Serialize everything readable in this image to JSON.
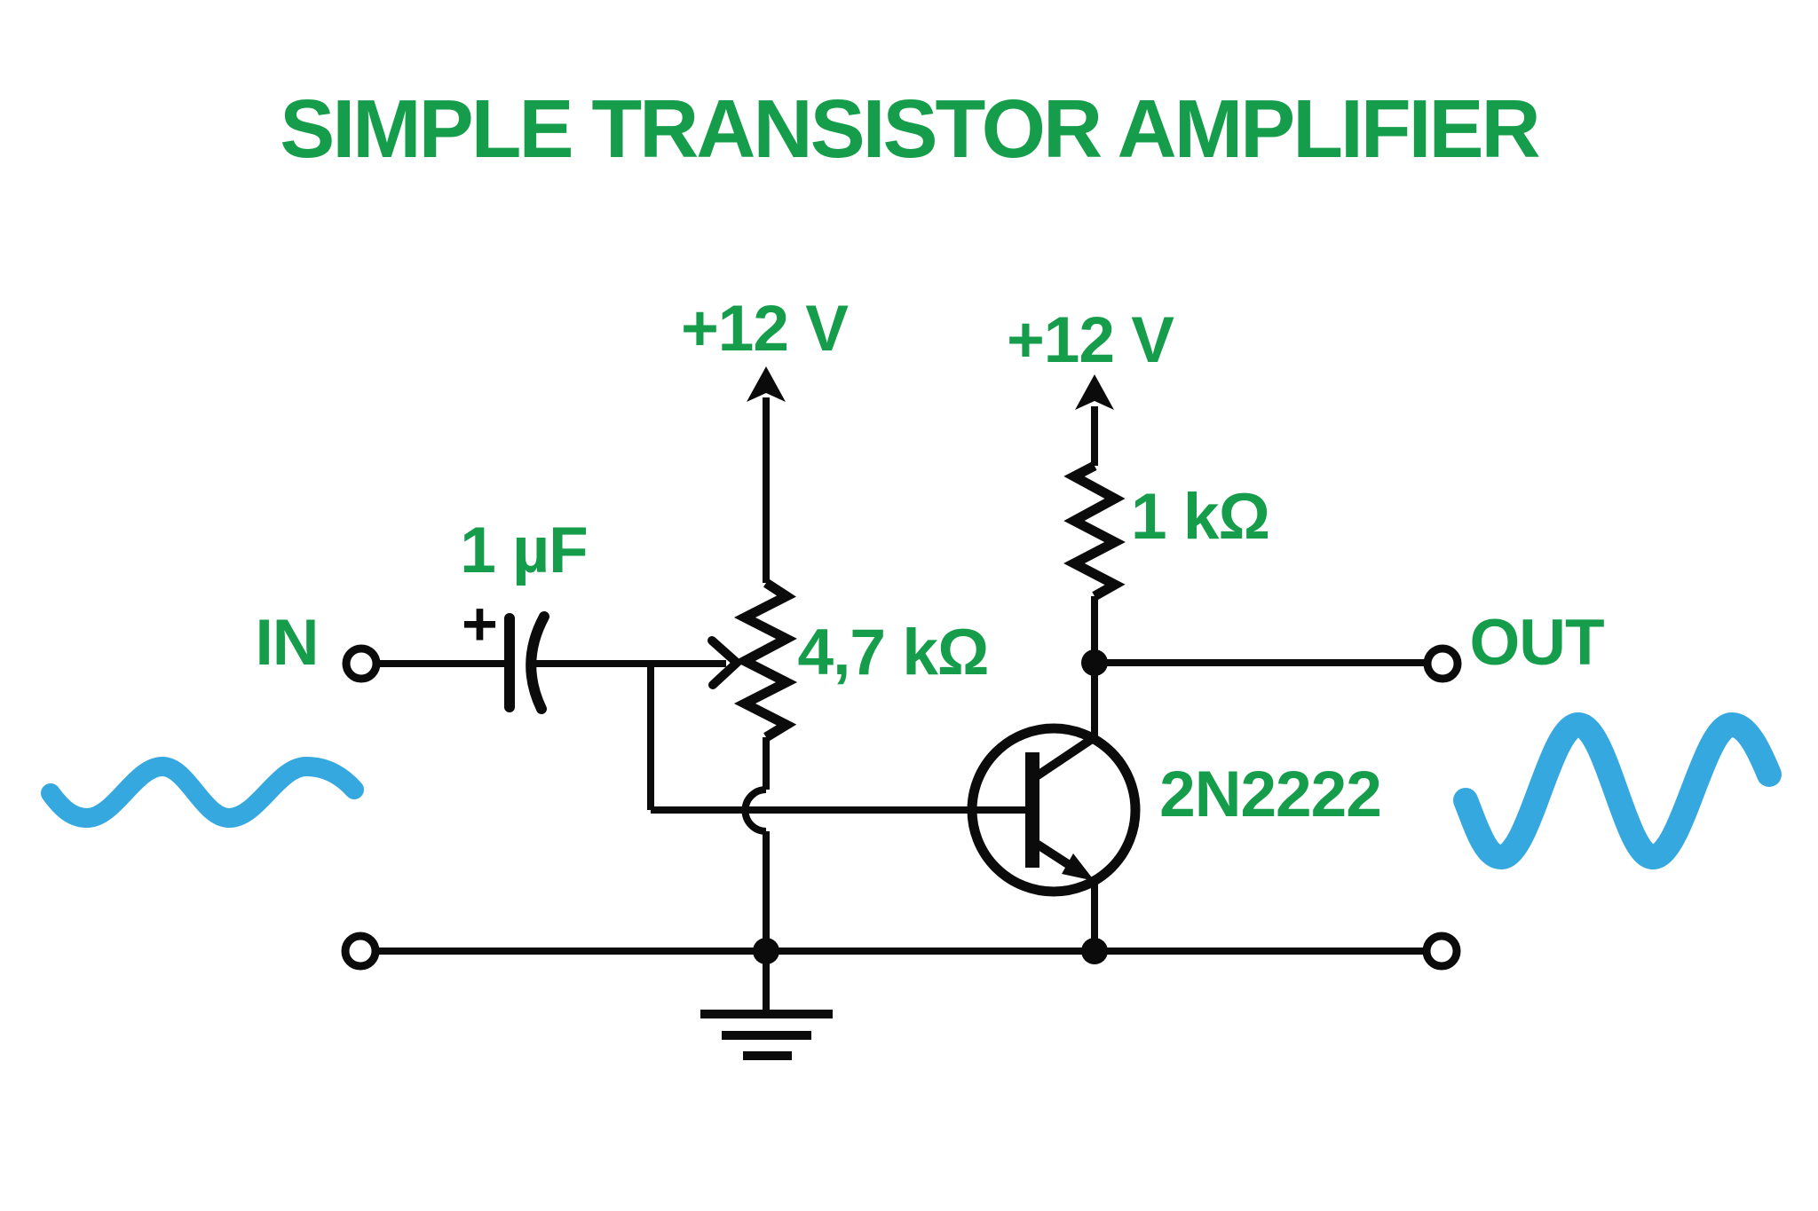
{
  "title": "SIMPLE TRANSISTOR AMPLIFIER",
  "colors": {
    "accent_green": "#159D4B",
    "wave_blue": "#35A8DF",
    "line_black": "#0B0B0B",
    "background": "#FFFFFF"
  },
  "power": {
    "left_rail_label": "+12 V",
    "right_rail_label": "+12 V"
  },
  "components": {
    "input_capacitor": {
      "value": "1 µF",
      "polarity_mark": "+"
    },
    "bias_potentiometer": {
      "value": "4,7 kΩ"
    },
    "collector_resistor": {
      "value": "1 kΩ"
    },
    "transistor": {
      "part_number": "2N2222"
    }
  },
  "ports": {
    "input_label": "IN",
    "output_label": "OUT"
  },
  "waveforms": {
    "input": {
      "shape": "sine",
      "cycles": 2,
      "relative_amplitude": "small"
    },
    "output": {
      "shape": "sine",
      "cycles": 2,
      "relative_amplitude": "large"
    }
  }
}
